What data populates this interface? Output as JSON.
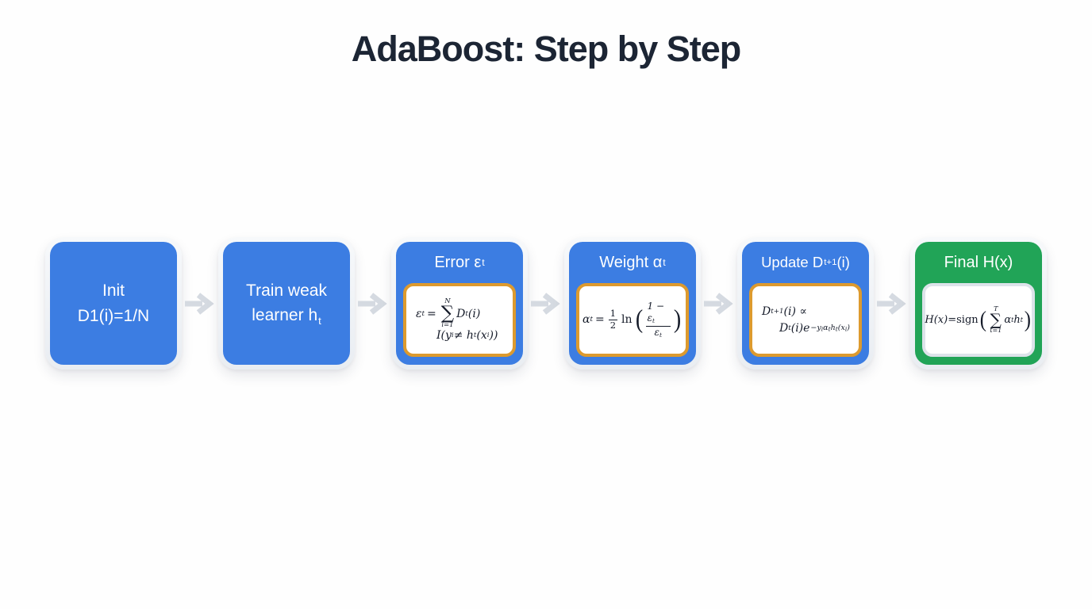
{
  "title": "AdaBoost: Step by Step",
  "colors": {
    "node_blue": "#3c7de2",
    "node_green": "#21a457",
    "formula_border_orange": "#dd9a2e",
    "formula_border_gray": "#dde3ea",
    "arrow_gray": "#d5dae1",
    "title_text": "#1c2534",
    "background": "#fefefe"
  },
  "nodes": {
    "init": {
      "line1": "Init",
      "line2": "D1(i)=1/N"
    },
    "train": {
      "line1": "Train weak",
      "line2_base": "learner h",
      "line2_sub": "t"
    },
    "error": {
      "header_base": "Error ε",
      "header_sub": "t",
      "formula": {
        "lhs": "ε",
        "lhs_sub": "t",
        "eq": "=",
        "sum_top": "N",
        "sum_symbol": "∑",
        "sum_bottom": "i=1",
        "term": "D",
        "term_sub": "t",
        "term_args": "(i)",
        "line2_a": "I(y",
        "line2_a_sub": "i",
        "line2_b": " ≠ h",
        "line2_b_sub": "t",
        "line2_c": "(x",
        "line2_c_sub": "i",
        "line2_d": "))"
      }
    },
    "weight": {
      "header_base": "Weight α",
      "header_sub": "t",
      "formula": {
        "lhs": "α",
        "lhs_sub": "t",
        "eq": "=",
        "half_num": "1",
        "half_den": "2",
        "ln": "ln",
        "paren_left": "(",
        "num": "1 − ε",
        "num_sub": "t",
        "den": "ε",
        "den_sub": "t",
        "paren_right": ")"
      }
    },
    "update": {
      "header_base": "Update D",
      "header_sub": "t+1",
      "header_tail": "(i)",
      "formula": {
        "l1": "D",
        "l1_sub": "t+1",
        "l1_tail": "(i) ∝",
        "l2": "D",
        "l2_sub": "t",
        "l2_tail": "(i)e",
        "exp_a": "−y",
        "exp_a_sub": "i",
        "exp_b": "α",
        "exp_b_sub": "t",
        "exp_c": "h",
        "exp_c_sub": "t",
        "exp_d": "(x",
        "exp_d_sub": "i",
        "exp_e": ")"
      }
    },
    "final": {
      "header": "Final H(x)",
      "formula": {
        "lhs": "H(x)",
        "eq": "=",
        "fn": "sign",
        "paren_left": "(",
        "sum_top": "T",
        "sum_symbol": "∑",
        "sum_bottom": "t=1",
        "term_a": "α",
        "term_a_sub": "t",
        "term_b": "h",
        "term_b_sub": "t",
        "paren_right": ")"
      }
    }
  }
}
